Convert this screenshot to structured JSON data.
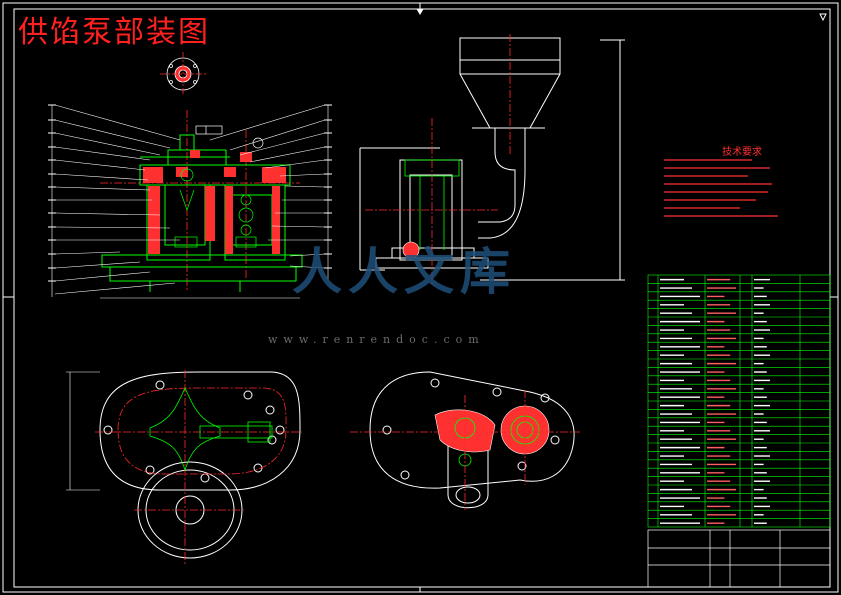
{
  "drawing": {
    "title": "供馅泵部装图",
    "watermark": {
      "logo": "人人文库",
      "url": "www.renrendoc.com"
    },
    "technical_requirements_title": "技术要求",
    "colors": {
      "background": "#000000",
      "frame": "#ffffff",
      "geometry": "#00ff00",
      "centerline": "#ff2a2a",
      "leaders": "#ffffff",
      "section_fill": "#ff3030",
      "watermark": "#1e4f7a"
    }
  }
}
